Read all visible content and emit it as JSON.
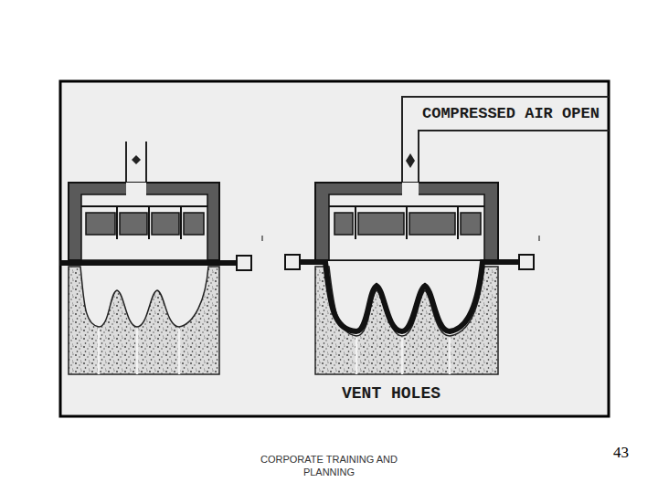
{
  "diagram": {
    "labels": [
      "COMPRESSED AIR OPEN",
      "VENT HOLES",
      "CORPORATE TRAINING AND PLANNING",
      "43"
    ]
  }
}
